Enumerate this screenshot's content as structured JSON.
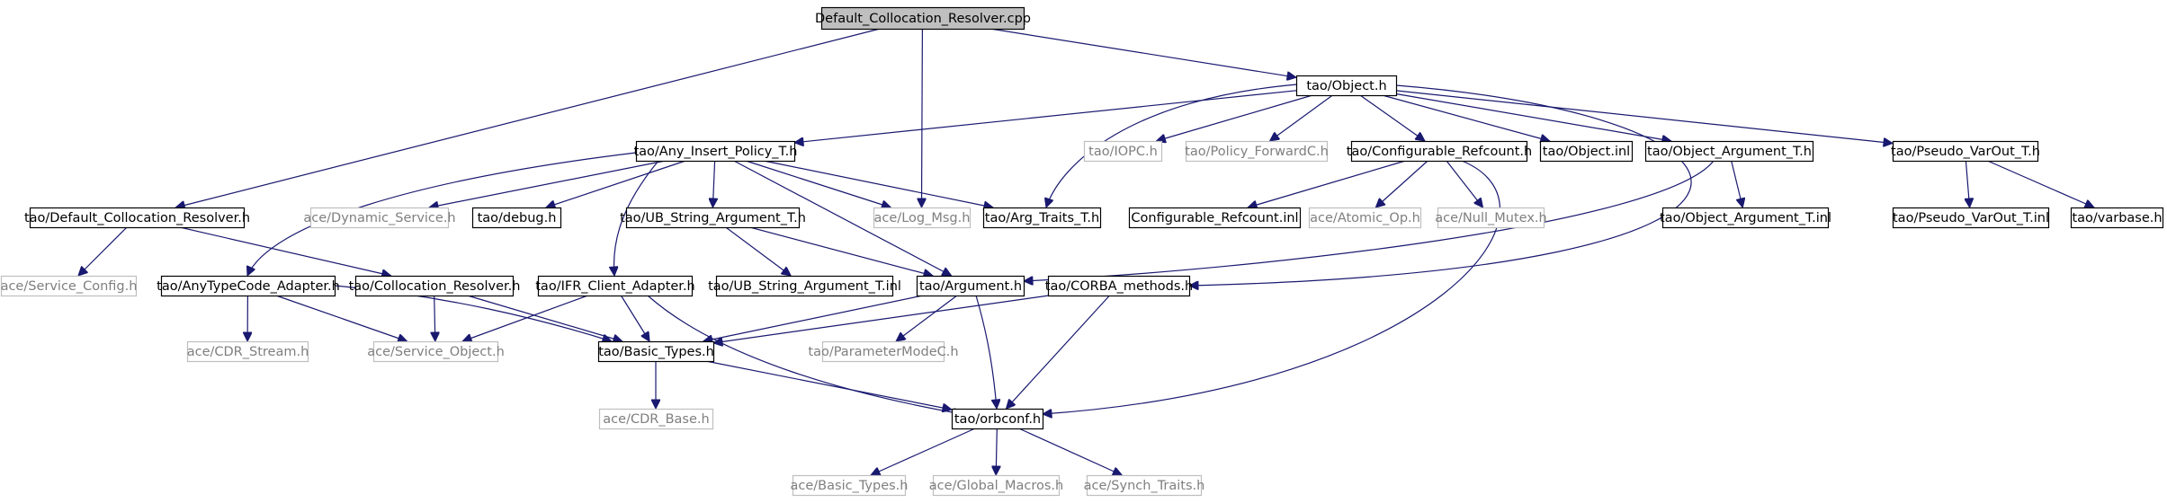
{
  "nodes": [
    {
      "id": "root",
      "label": "Default_Collocation_Resolver.cpp",
      "style": "root"
    },
    {
      "id": "obj",
      "label": "tao/Object.h",
      "style": "doc"
    },
    {
      "id": "aip",
      "label": "tao/Any_Insert_Policy_T.h",
      "style": "doc"
    },
    {
      "id": "iopc",
      "label": "tao/IOPC.h",
      "style": "ext"
    },
    {
      "id": "pfc",
      "label": "tao/Policy_ForwardC.h",
      "style": "ext"
    },
    {
      "id": "cref",
      "label": "tao/Configurable_Refcount.h",
      "style": "doc"
    },
    {
      "id": "objinl",
      "label": "tao/Object.inl",
      "style": "doc"
    },
    {
      "id": "oat",
      "label": "tao/Object_Argument_T.h",
      "style": "doc"
    },
    {
      "id": "pvo",
      "label": "tao/Pseudo_VarOut_T.h",
      "style": "doc"
    },
    {
      "id": "dcr",
      "label": "tao/Default_Collocation_Resolver.h",
      "style": "doc"
    },
    {
      "id": "dyn",
      "label": "ace/Dynamic_Service.h",
      "style": "ext"
    },
    {
      "id": "dbg",
      "label": "tao/debug.h",
      "style": "doc"
    },
    {
      "id": "ubs",
      "label": "tao/UB_String_Argument_T.h",
      "style": "doc"
    },
    {
      "id": "log",
      "label": "ace/Log_Msg.h",
      "style": "ext"
    },
    {
      "id": "argt",
      "label": "tao/Arg_Traits_T.h",
      "style": "doc"
    },
    {
      "id": "crefinl",
      "label": "Configurable_Refcount.inl",
      "style": "doc"
    },
    {
      "id": "atom",
      "label": "ace/Atomic_Op.h",
      "style": "ext"
    },
    {
      "id": "nmux",
      "label": "ace/Null_Mutex.h",
      "style": "ext"
    },
    {
      "id": "oatinl",
      "label": "tao/Object_Argument_T.inl",
      "style": "doc"
    },
    {
      "id": "pvoinl",
      "label": "tao/Pseudo_VarOut_T.inl",
      "style": "doc"
    },
    {
      "id": "varb",
      "label": "tao/varbase.h",
      "style": "doc"
    },
    {
      "id": "svcfg",
      "label": "ace/Service_Config.h",
      "style": "ext"
    },
    {
      "id": "atca",
      "label": "tao/AnyTypeCode_Adapter.h",
      "style": "doc"
    },
    {
      "id": "colr",
      "label": "tao/Collocation_Resolver.h",
      "style": "doc"
    },
    {
      "id": "ifr",
      "label": "tao/IFR_Client_Adapter.h",
      "style": "doc"
    },
    {
      "id": "ubsinl",
      "label": "tao/UB_String_Argument_T.inl",
      "style": "doc"
    },
    {
      "id": "arg",
      "label": "tao/Argument.h",
      "style": "doc"
    },
    {
      "id": "corba",
      "label": "tao/CORBA_methods.h",
      "style": "doc"
    },
    {
      "id": "cdrs",
      "label": "ace/CDR_Stream.h",
      "style": "ext"
    },
    {
      "id": "svco",
      "label": "ace/Service_Object.h",
      "style": "ext"
    },
    {
      "id": "bt",
      "label": "tao/Basic_Types.h",
      "style": "doc"
    },
    {
      "id": "pmc",
      "label": "tao/ParameterModeC.h",
      "style": "ext"
    },
    {
      "id": "cdrb",
      "label": "ace/CDR_Base.h",
      "style": "ext"
    },
    {
      "id": "orbc",
      "label": "tao/orbconf.h",
      "style": "doc"
    },
    {
      "id": "abt",
      "label": "ace/Basic_Types.h",
      "style": "ext"
    },
    {
      "id": "gm",
      "label": "ace/Global_Macros.h",
      "style": "ext"
    },
    {
      "id": "st",
      "label": "ace/Synch_Traits.h",
      "style": "ext"
    }
  ],
  "edges": [
    [
      "root",
      "obj"
    ],
    [
      "root",
      "dcr"
    ],
    [
      "root",
      "log"
    ],
    [
      "obj",
      "aip"
    ],
    [
      "obj",
      "iopc"
    ],
    [
      "obj",
      "pfc"
    ],
    [
      "obj",
      "cref"
    ],
    [
      "obj",
      "objinl"
    ],
    [
      "obj",
      "oat"
    ],
    [
      "obj",
      "pvo"
    ],
    [
      "obj",
      "argt"
    ],
    [
      "obj",
      "corba"
    ],
    [
      "aip",
      "dyn"
    ],
    [
      "aip",
      "dbg"
    ],
    [
      "aip",
      "ubs"
    ],
    [
      "aip",
      "log"
    ],
    [
      "aip",
      "argt"
    ],
    [
      "aip",
      "atca"
    ],
    [
      "aip",
      "ifr"
    ],
    [
      "aip",
      "arg"
    ],
    [
      "cref",
      "crefinl"
    ],
    [
      "cref",
      "atom"
    ],
    [
      "cref",
      "nmux"
    ],
    [
      "cref",
      "orbc"
    ],
    [
      "oat",
      "oatinl"
    ],
    [
      "oat",
      "arg"
    ],
    [
      "pvo",
      "pvoinl"
    ],
    [
      "pvo",
      "varb"
    ],
    [
      "dcr",
      "svcfg"
    ],
    [
      "dcr",
      "colr"
    ],
    [
      "ubs",
      "ubsinl"
    ],
    [
      "ubs",
      "arg"
    ],
    [
      "atca",
      "cdrs"
    ],
    [
      "atca",
      "svco"
    ],
    [
      "atca",
      "bt"
    ],
    [
      "colr",
      "svco"
    ],
    [
      "colr",
      "bt"
    ],
    [
      "ifr",
      "svco"
    ],
    [
      "ifr",
      "bt"
    ],
    [
      "ifr",
      "orbc"
    ],
    [
      "arg",
      "bt"
    ],
    [
      "arg",
      "pmc"
    ],
    [
      "arg",
      "orbc"
    ],
    [
      "corba",
      "bt"
    ],
    [
      "corba",
      "orbc"
    ],
    [
      "bt",
      "cdrb"
    ],
    [
      "bt",
      "orbc"
    ],
    [
      "orbc",
      "abt"
    ],
    [
      "orbc",
      "gm"
    ],
    [
      "orbc",
      "st"
    ]
  ],
  "colors": {
    "edge": "#191970",
    "doc_border": "#000000",
    "ext_border": "#bfbfbf",
    "root_fill": "#bfbfbf",
    "doc_text": "#000000",
    "ext_text": "#7f7f7f"
  }
}
